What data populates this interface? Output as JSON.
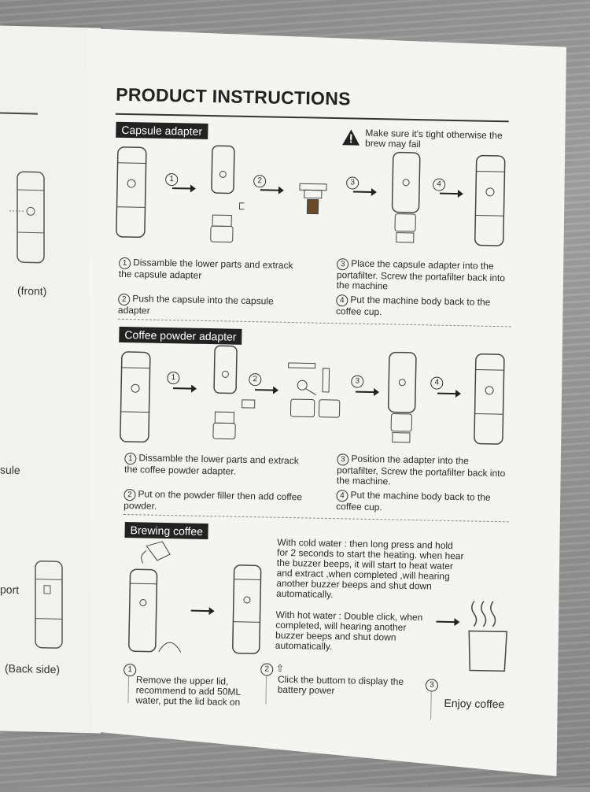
{
  "title": "PRODUCT INSTRUCTIONS",
  "left_page": {
    "front": "(front)",
    "sule": "sule",
    "port": "port",
    "back_side": "(Back side)"
  },
  "capsule": {
    "label": "Capsule adapter",
    "warning": "Make sure it's tight otherwise the brew may fail",
    "steps": [
      "1",
      "2",
      "3",
      "4"
    ],
    "s1": "Dissamble the lower parts and extrack the capsule adapter",
    "s2": "Push the capsule into the capsule adapter",
    "s3": "Place the capsule adapter  into the portafilter. Screw the portafilter back into the machine",
    "s4": "Put the machine body back to the coffee cup."
  },
  "powder": {
    "label": "Coffee powder adapter",
    "steps": [
      "1",
      "2",
      "3",
      "4"
    ],
    "s1": "Dissamble the lower parts and extrack the coffee powder adapter.",
    "s2": "Put on the powder filler then add coffee powder.",
    "s3": "Position the adapter into the portafilter, Screw the  portafilter back into the machine.",
    "s4": "Put the machine body back to the coffee cup."
  },
  "brewing": {
    "label": "Brewing coffee",
    "cold": "With cold water : then long press and hold for 2 seconds to start the heating. when hear the buzzer beeps, it will start to heat water and extract ,when completed ,will hearing another buzzer beeps and shut down automatically.",
    "hot": "With hot water : Double click, when completed, will hearing another buzzer beeps and shut down automatically.",
    "step1": "Remove the upper lid, recommend to add 50ML water, put the lid back on",
    "step2": "Click the buttom to display the battery power",
    "step3": "Enjoy coffee",
    "n1": "1",
    "n2": "2",
    "n3": "3"
  }
}
